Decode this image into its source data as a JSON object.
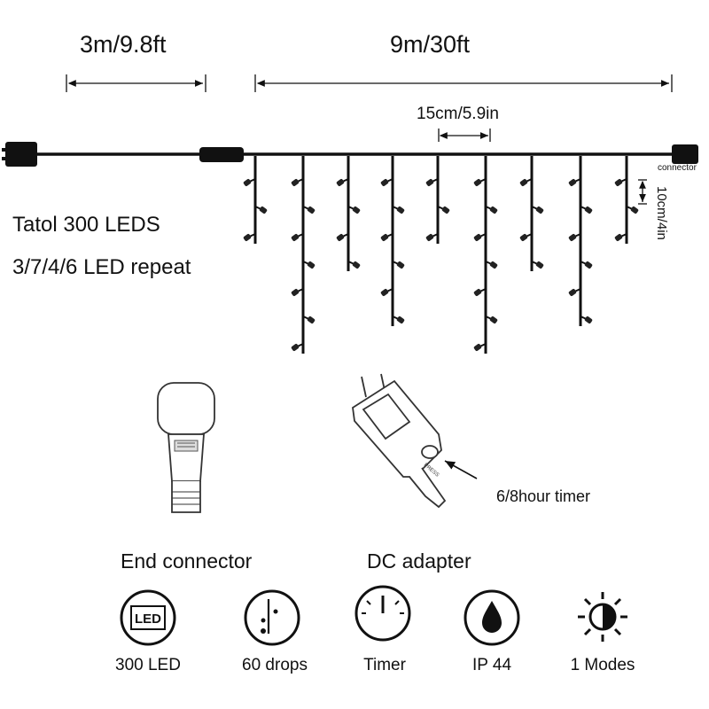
{
  "dimensions": {
    "lead_length": "3m/9.8ft",
    "string_length": "9m/30ft",
    "drop_spacing": "15cm/5.9in",
    "led_spacing": "10cm/4in",
    "connector_label": "connector"
  },
  "product": {
    "name": "Tatol 300 LEDS",
    "pattern": "3/7/4/6 LED repeat"
  },
  "parts": {
    "end_connector": "End connector",
    "dc_adapter": "DC  adapter",
    "timer": "6/8hour timer",
    "press_label": "PRESS"
  },
  "specs": [
    {
      "icon": "led-icon",
      "label": "300 LED"
    },
    {
      "icon": "drops-icon",
      "label": "60 drops"
    },
    {
      "icon": "timer-gauge-icon",
      "label": "Timer"
    },
    {
      "icon": "water-drop-icon",
      "label": "IP 44"
    },
    {
      "icon": "sun-mode-icon",
      "label": "1 Modes"
    }
  ],
  "icon_text": {
    "led": "LED"
  },
  "colors": {
    "line": "#111111",
    "background": "#ffffff"
  }
}
